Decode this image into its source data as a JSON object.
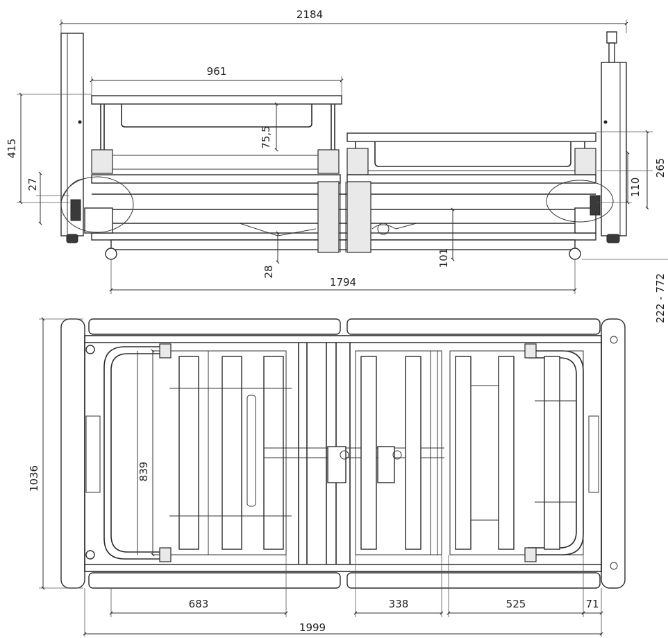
{
  "drawing": {
    "side_view": {
      "dim_overall_length": "2184",
      "dim_head_section": "961",
      "dim_mattress_depth": "75,5",
      "dim_left_height": "415",
      "dim_left_small": "27",
      "dim_right_265": "265",
      "dim_right_110": "110",
      "dim_ground_clearance": "28",
      "dim_frame_height": "101",
      "dim_wheelbase": "1794",
      "dim_height_range": "222 - 772"
    },
    "top_view": {
      "dim_width": "1036",
      "dim_inner_width": "839",
      "dim_seg_683": "683",
      "dim_seg_338": "338",
      "dim_seg_525": "525",
      "dim_seg_71": "71",
      "dim_total_length": "1999"
    }
  }
}
